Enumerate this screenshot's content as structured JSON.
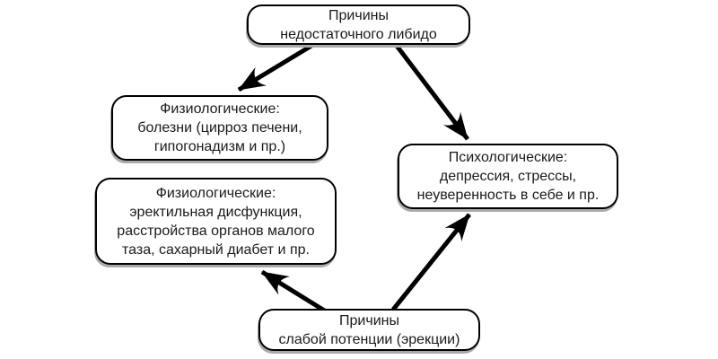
{
  "diagram": {
    "colors": {
      "background": "#ffffff",
      "box_fill": "#ffffff",
      "box_border": "#000000",
      "text": "#1a1a1a",
      "arrow": "#000000",
      "shadow": "#a9a9a9"
    },
    "nodes": {
      "libido_causes": {
        "lines": [
          "Причины",
          "недостаточного либидо"
        ]
      },
      "physio_diseases": {
        "lines": [
          "Физиологические:",
          "болезни (цирроз печени,",
          "гипогонадизм и пр.)"
        ]
      },
      "physio_dysfunction": {
        "lines": [
          "Физиологические:",
          "эректильная дисфункция,",
          "расстройства органов малого",
          "таза, сахарный диабет и пр."
        ]
      },
      "psychological": {
        "lines": [
          "Психологические:",
          "депрессия, стрессы,",
          "неуверенность в себе и пр."
        ]
      },
      "potency_causes": {
        "lines": [
          "Причины",
          "слабой потенции (эрекции)"
        ]
      }
    },
    "connections": [
      {
        "from": "libido_causes",
        "to": "physio_diseases"
      },
      {
        "from": "libido_causes",
        "to": "psychological"
      },
      {
        "from": "potency_causes",
        "to": "physio_dysfunction"
      },
      {
        "from": "potency_causes",
        "to": "psychological"
      }
    ]
  }
}
